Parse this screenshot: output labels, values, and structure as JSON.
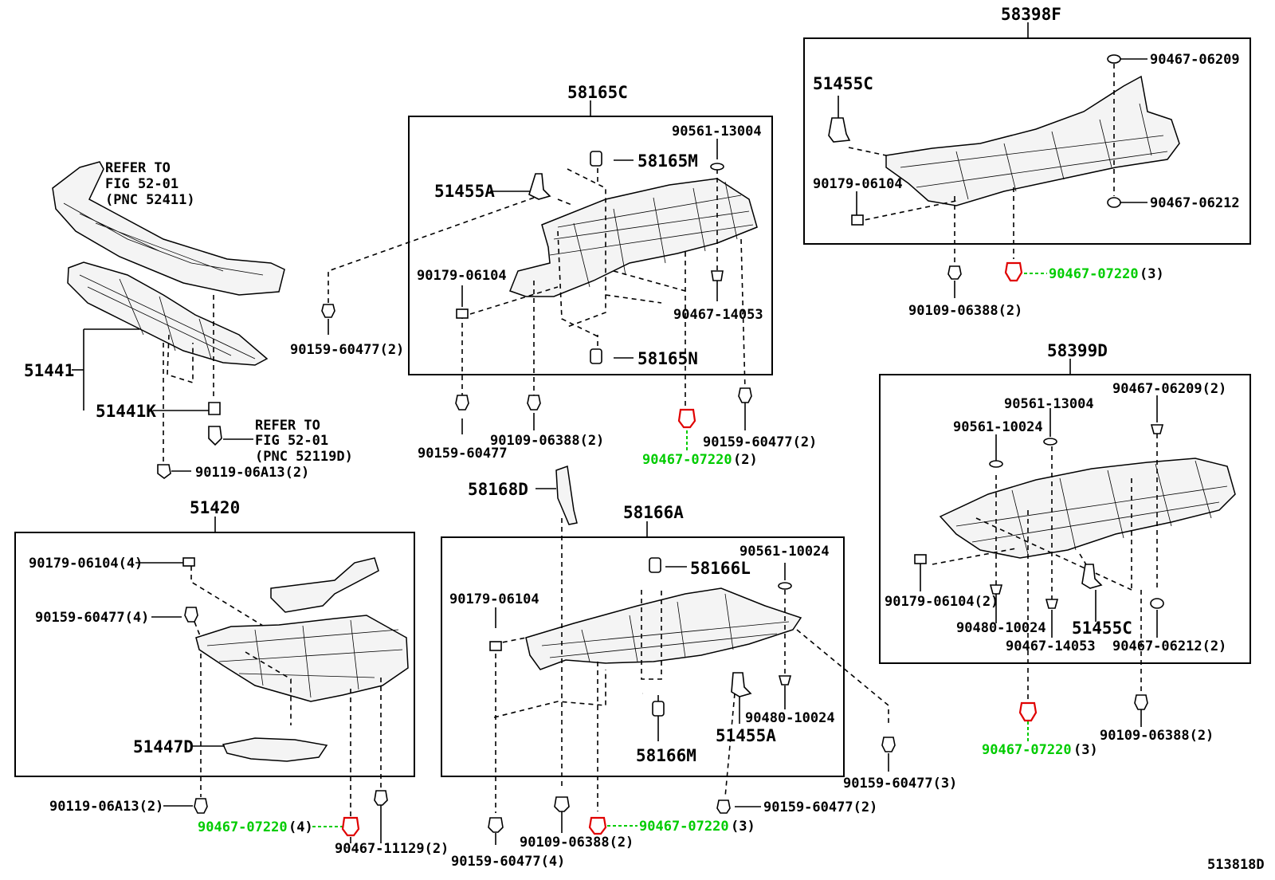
{
  "groups": {
    "g1": {
      "title": "58165C"
    },
    "g2": {
      "title": "58398F"
    },
    "g3": {
      "title": "58399D"
    },
    "g4": {
      "title": "51420"
    },
    "g5": {
      "title": "58166A"
    }
  },
  "labels": {
    "l_58165M": "58165M",
    "l_58165N": "58165N",
    "l_90561_13004_a": "90561-13004",
    "l_51455A_a": "51455A",
    "l_90179_06104_a": "90179-06104",
    "l_90467_14053_a": "90467-14053",
    "l_90159_60477_2a": "90159-60477(2)",
    "l_90159_60477_b": "90159-60477",
    "l_90109_06388_2a": "90109-06388(2)",
    "l_90159_60477_2b": "90159-60477(2)",
    "l_90467_07220_a": "90467-07220",
    "l_q2a": "(2)",
    "l_refer1": "REFER TO",
    "l_fig1": "FIG 52-01",
    "l_pnc1": "(PNC 52411)",
    "l_51441": "51441",
    "l_51441K": "51441K",
    "l_refer2": "REFER TO",
    "l_fig2": "FIG 52-01",
    "l_pnc2": "(PNC 52119D)",
    "l_90119_06A13_2a": "90119-06A13(2)",
    "l_51455C_a": "51455C",
    "l_90467_06209_a": "90467-06209",
    "l_90179_06104_b": "90179-06104",
    "l_90467_06212_a": "90467-06212",
    "l_90467_07220_b": "90467-07220",
    "l_q3a": "(3)",
    "l_90109_06388_2b": "90109-06388(2)",
    "l_90467_06209_2": "90467-06209(2)",
    "l_90561_13004_b": "90561-13004",
    "l_90561_10024_a": "90561-10024",
    "l_90179_06104_2": "90179-06104(2)",
    "l_90480_10024_a": "90480-10024",
    "l_51455C_b": "51455C",
    "l_90467_14053_b": "90467-14053",
    "l_90467_06212_2": "90467-06212(2)",
    "l_90109_06388_2c": "90109-06388(2)",
    "l_90467_07220_c": "90467-07220",
    "l_q3b": "(3)",
    "l_58168D": "58168D",
    "l_90179_06104_4": "90179-06104(4)",
    "l_90159_60477_4a": "90159-60477(4)",
    "l_51447D": "51447D",
    "l_90119_06A13_2b": "90119-06A13(2)",
    "l_90467_07220_d": "90467-07220",
    "l_q4a": "(4)",
    "l_90467_11129_2": "90467-11129(2)",
    "l_90561_10024_b": "90561-10024",
    "l_58166L": "58166L",
    "l_90179_06104_c": "90179-06104",
    "l_90480_10024_b": "90480-10024",
    "l_51455A_b": "51455A",
    "l_58166M": "58166M",
    "l_90159_60477_3": "90159-60477(3)",
    "l_90159_60477_2c": "90159-60477(2)",
    "l_90467_07220_e": "90467-07220",
    "l_q3c": "(3)",
    "l_90109_06388_2d": "90109-06388(2)",
    "l_90159_60477_4b": "90159-60477(4)",
    "l_ref": "513818D"
  },
  "colors": {
    "highlight": "#00cc00",
    "clip_highlight": "#e00000"
  }
}
